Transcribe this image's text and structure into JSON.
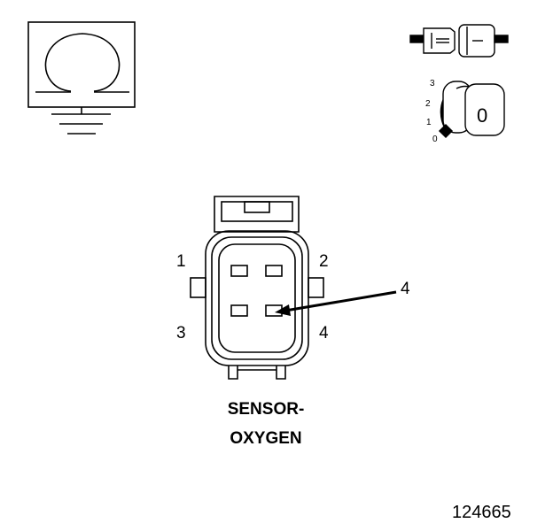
{
  "meter": {
    "symbol": "Ω"
  },
  "ignition": {
    "positions": [
      "3",
      "2",
      "1",
      "0"
    ],
    "key_label": "0"
  },
  "connector": {
    "pins": [
      "1",
      "2",
      "3",
      "4"
    ],
    "callout": "4",
    "name_line1": "SENSOR-",
    "name_line2": "OXYGEN"
  },
  "figure_number": "124665"
}
